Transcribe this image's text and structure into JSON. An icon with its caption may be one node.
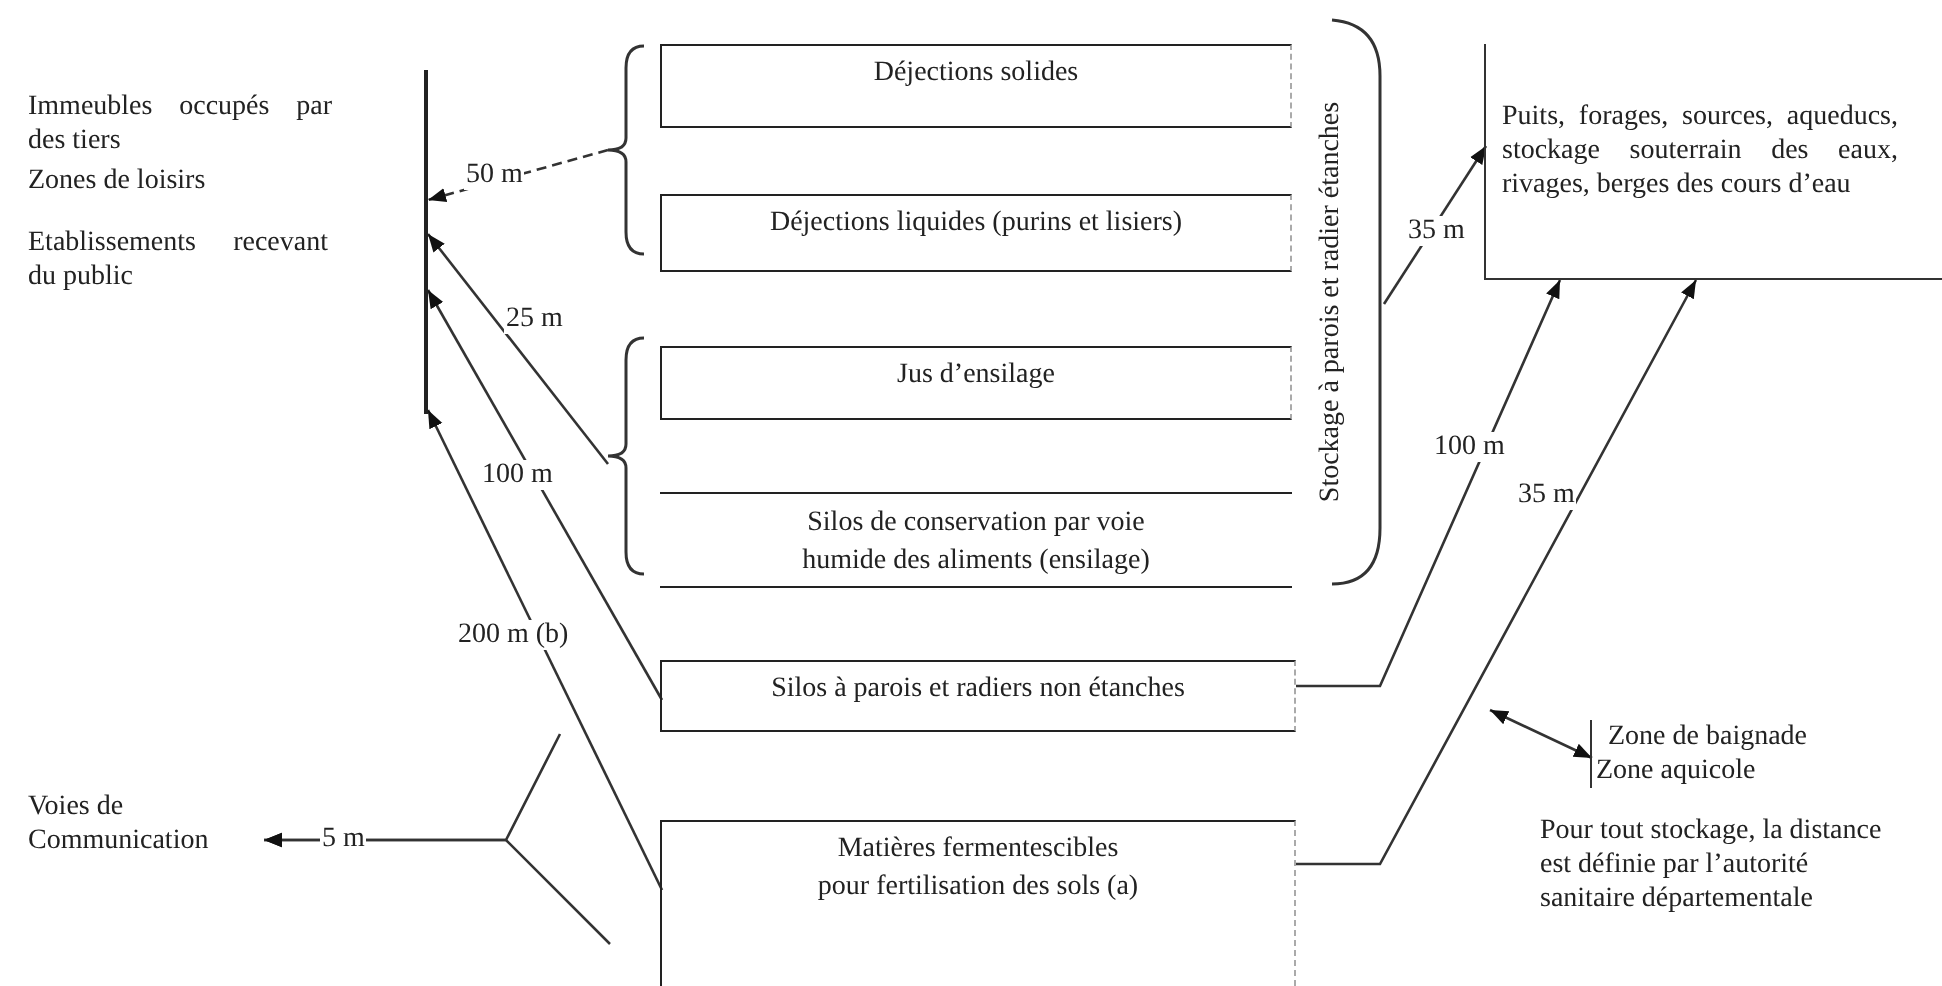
{
  "diagram": {
    "nodes": [
      {
        "text": [
          "Immeubles occupés par des tiers",
          "Zones de loisirs",
          "Etablissements recevant du public"
        ]
      },
      {
        "text": [],
        "shape": "bracket"
      },
      {
        "text": [
          "Déjections solides"
        ]
      },
      {
        "text": [
          "Déjections liquides (purins et lisiers)"
        ]
      },
      {
        "text": [],
        "shape": "bracket"
      },
      {
        "text": [
          "Jus d’ensilage"
        ]
      },
      {
        "text": [
          "Silos de conservation par voie humide des aliments (ensilage)"
        ]
      },
      {
        "text": [
          "Stockage à parois et radier étanches"
        ]
      },
      {
        "text": [
          "Silos à parois et radiers non étanches"
        ]
      },
      {
        "text": [
          "Matières fermentescibles pour fertilisation des sols (a)"
        ]
      },
      {
        "text": [
          "Puits, forages, sources, aqueducs, stockage souterrain des eaux, rivages, berges des cours d’eau"
        ]
      },
      {
        "text": [
          "Voies de Communication"
        ]
      },
      {
        "text": [
          "Zone de baignade",
          "Zone aquicole"
        ],
        "beside": [
          "Pour tout stockage, la distance est définie par l’autorité sanitaire départementale"
        ]
      }
    ],
    "edges": [
      {
        "from": 1,
        "to": 0,
        "arrow": "to",
        "label": "50 m",
        "style": "dashed"
      },
      {
        "from": 4,
        "to": 0,
        "arrow": "to",
        "label": "25 m"
      },
      {
        "from": 8,
        "to": 0,
        "arrow": "to",
        "label": "100 m"
      },
      {
        "from": 9,
        "to": 0,
        "arrow": "to",
        "label": "200 m (b)"
      },
      {
        "from": 7,
        "to": 10,
        "arrow": "to",
        "label": "35 m"
      },
      {
        "from": 8,
        "to": 10,
        "arrow": "to",
        "label": "100 m"
      },
      {
        "from": 9,
        "to": 10,
        "arrow": "to",
        "label": "35 m"
      },
      {
        "from": null,
        "to": 11,
        "arrow": "to",
        "label": "5 m"
      },
      {
        "from": null,
        "to": 11,
        "arrow": "to"
      },
      {
        "from": null,
        "to": 12,
        "arrow": "both"
      }
    ]
  }
}
